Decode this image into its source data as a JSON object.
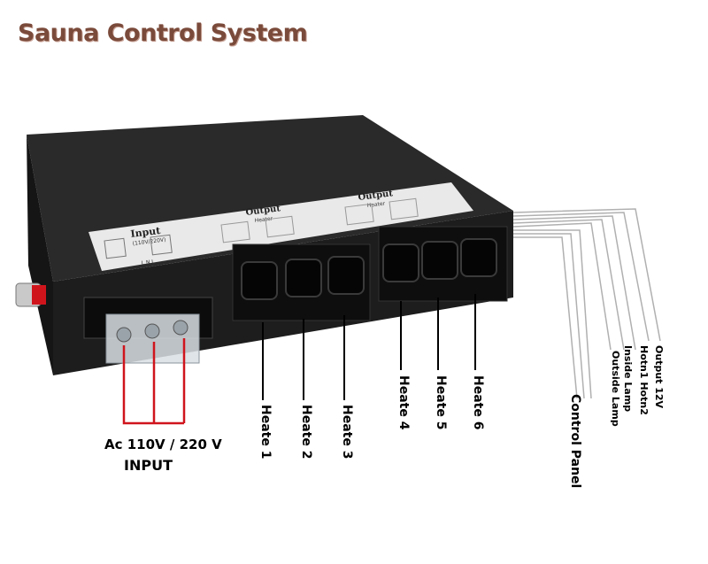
{
  "title": "Sauna  Control System",
  "panel": {
    "input_label": "Input",
    "input_sub": "(110V/220V)",
    "input_pins": "L  N  L",
    "output_label": "Output",
    "output_sub": "Heater"
  },
  "input": {
    "voltage_label": "Ac 110V / 220 V",
    "label": "INPUT"
  },
  "heaters": [
    "Heate 1",
    "Heate 2",
    "Heate 3",
    "Heate 4",
    "Heate 5",
    "Heate 6"
  ],
  "control_panel": "Control Panel",
  "outputs": [
    "Output 12V",
    "Hotn1  Hotn2",
    "Inside Lamp",
    "Outside Lamp"
  ],
  "colors": {
    "title": "#7a4a3a",
    "wire": "#d0141c",
    "device": "#1b1b1b"
  }
}
